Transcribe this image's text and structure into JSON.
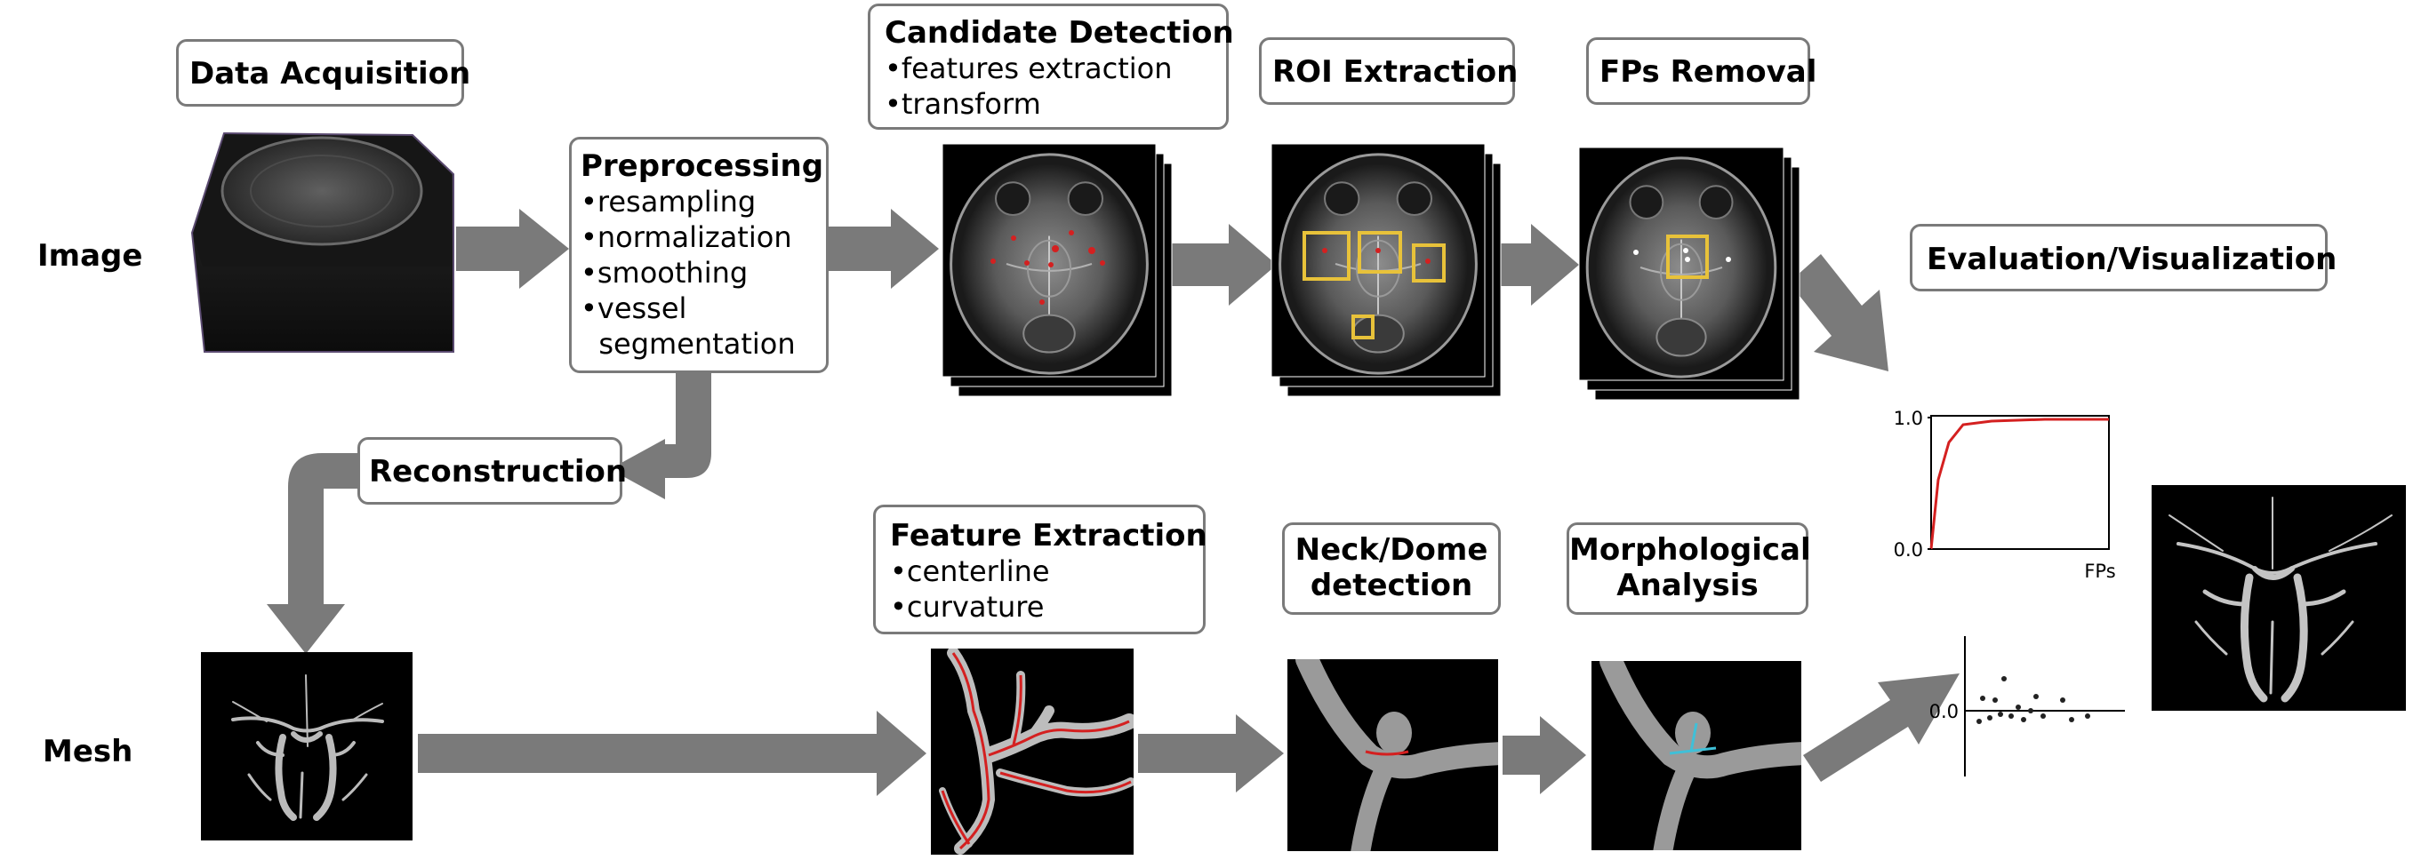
{
  "row_labels": {
    "image": "Image",
    "mesh": "Mesh"
  },
  "boxes": {
    "data_acquisition": {
      "title": "Data Acquisition"
    },
    "preprocessing": {
      "title": "Preprocessing",
      "items": [
        "•resampling",
        "•normalization",
        "•smoothing",
        "•vessel",
        "  segmentation"
      ]
    },
    "candidate_detection": {
      "title": "Candidate Detection",
      "items": [
        "•features extraction",
        "•transform"
      ]
    },
    "roi_extraction": {
      "title": "ROI Extraction"
    },
    "fps_removal": {
      "title": "FPs Removal"
    },
    "evaluation": {
      "title": "Evaluation/Visualization"
    },
    "reconstruction": {
      "title": "Reconstruction"
    },
    "feature_extraction": {
      "title": "Feature Extraction",
      "items": [
        "•centerline",
        "•curvature"
      ]
    },
    "neck_dome": {
      "title": "Neck/Dome\ndetection"
    },
    "morphological": {
      "title": "Morphological\nAnalysis"
    }
  },
  "froc_plot": {
    "ytick_top": "1.0",
    "ytick_bottom": "0.0",
    "xlabel": "FPs"
  },
  "scatter_plot": {
    "ytick": "0.0"
  },
  "colors": {
    "arrow": "#7a7a7a",
    "box_border": "#7a7a7a",
    "roi_box": "#e8c23a",
    "curve": "#d42020",
    "centerline": "#d42020",
    "measure": "#3fc0d8"
  }
}
